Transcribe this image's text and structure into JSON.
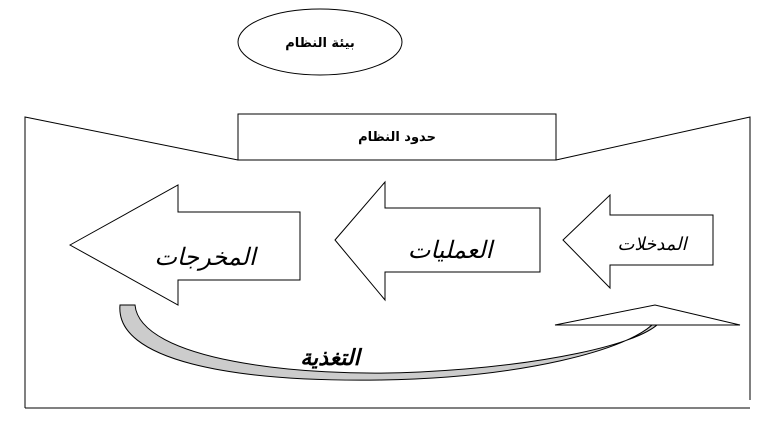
{
  "environment_label": "بيئة النظام",
  "boundary_label": "حدود النظام",
  "outputs_label": "المخرجات",
  "processes_label": "العمليات",
  "inputs_label": "المدخلات",
  "feedback_label": "التغذية"
}
